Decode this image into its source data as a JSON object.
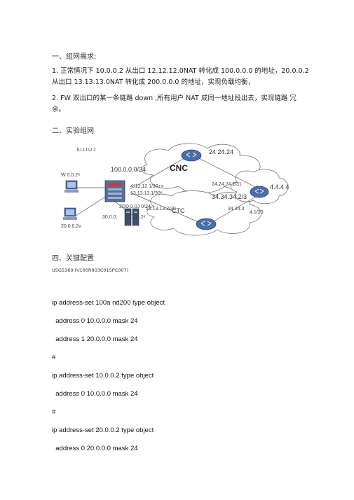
{
  "sections": {
    "s1_title": "一、组网需求:",
    "s2_title": "二、实验组网",
    "s4_title": "四、关键配置"
  },
  "requirements": {
    "p1_line1": "1. 正常情况下 10.0.0.2 从出口 12.12.12.0NAT 转化成 100.0.0.0 的地址，20.0.0.2",
    "p1_line2": "从出口 13.13.13.0NAT 转化成 200.0.0.0 的地址，实现负载均衡，",
    "p2_line1": "2. FW 双出口的某一条链路 down ,所有用户 NAT 成同一地址段出去，实现链路 冗",
    "p2_line2": "余。"
  },
  "diagram": {
    "lbl_10net": "lU.Ll.U.J",
    "lbl_w": "W 0.0.2ᵃ",
    "lbl_100": "100.0.0.0/24",
    "lbl_cnc": "CNC",
    "lbl_24": "24 24.24",
    "lbl_fw_if1": "4*12.12 1/30+>",
    "lbl_fw_if2": "13.13.13.1/30ᵃ",
    "lbl_2424": "24.24.24.2/31",
    "lbl_4444": "4.4.4 4",
    "lbl_3434": "34.34.34.2/3",
    "lbl_200": "2DD.0.0J 0/24",
    "lbl_ctc": "CTC",
    "lbl_20": "20.0.0.2v",
    "lbl_1313": "13.13.13.2/30",
    "lbl_343": "34.34.3",
    "lbl_41": "4.1/30",
    "lbl_30": "30.0.0.",
    "lbl_3d": "3D.0.0.2ᵃ"
  },
  "config": {
    "version": "USG5360 (V100R003C01SPC007)",
    "lines": [
      "ip address-set 100a nd200 type object",
      "  address 0 10.0.0.0 mask 24",
      "  address 1 20.0.0.0 mask 24",
      "#",
      "ip address-set 10.0.0.2 type object",
      "  address 0 10.0.0.0 mask 24",
      "#",
      "ip address-set 20.0.0.2 type object",
      "  address 0 20.0.0.0 mask 24"
    ]
  }
}
